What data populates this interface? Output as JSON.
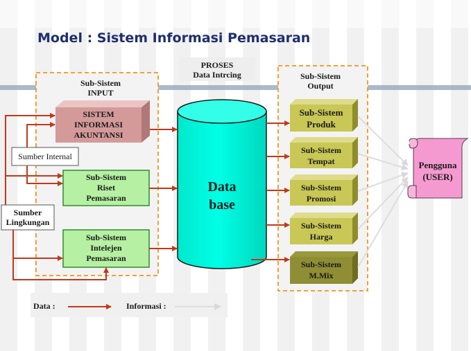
{
  "title": "Model : Sistem Informasi Pemasaran",
  "proses": {
    "line1": "PROSES",
    "line2": "Data Intrcing"
  },
  "input_group": {
    "label_line1": "Sub-Sistem",
    "label_line2": "INPUT",
    "sia": [
      "SISTEM",
      "INFORMASI",
      "AKUNTANSI"
    ],
    "riset": [
      "Sub-Sistem",
      "Riset",
      "Pemasaran"
    ],
    "intelejen": [
      "Sub-Sistem",
      "Intelejen",
      "Pemasaran"
    ]
  },
  "sources": {
    "internal": "Sumber Internal",
    "lingkungan_line1": "Sumber",
    "lingkungan_line2": "Lingkungan"
  },
  "database": {
    "line1": "Data",
    "line2": "base"
  },
  "output_group": {
    "label_line1": "Sub-Sistem",
    "label_line2": "Output",
    "items": [
      {
        "line1": "Sub-Sistem",
        "line2": "Produk"
      },
      {
        "line1": "Sub-Sistem",
        "line2": "Tempat"
      },
      {
        "line1": "Sub-Sistem",
        "line2": "Promosi"
      },
      {
        "line1": "Sub-Sistem",
        "line2": "Harga"
      },
      {
        "line1": "Sub-Sistem",
        "line2": "M.Mix"
      }
    ]
  },
  "user": {
    "line1": "Pengguna",
    "line2": "(USER)"
  },
  "legend": {
    "data": "Data :",
    "informasi": "Informasi :"
  },
  "colors": {
    "title": "#1f2e6e",
    "data_arrow": "#c0391b",
    "info_arrow": "#dddddd",
    "dash_border": "#f2a033",
    "sia_fill": "#d49a9a",
    "green_box": "#b6f0a2",
    "database": "#00ffe0",
    "output_box": "#c9c755",
    "user_scroll": "#f59ad0"
  }
}
